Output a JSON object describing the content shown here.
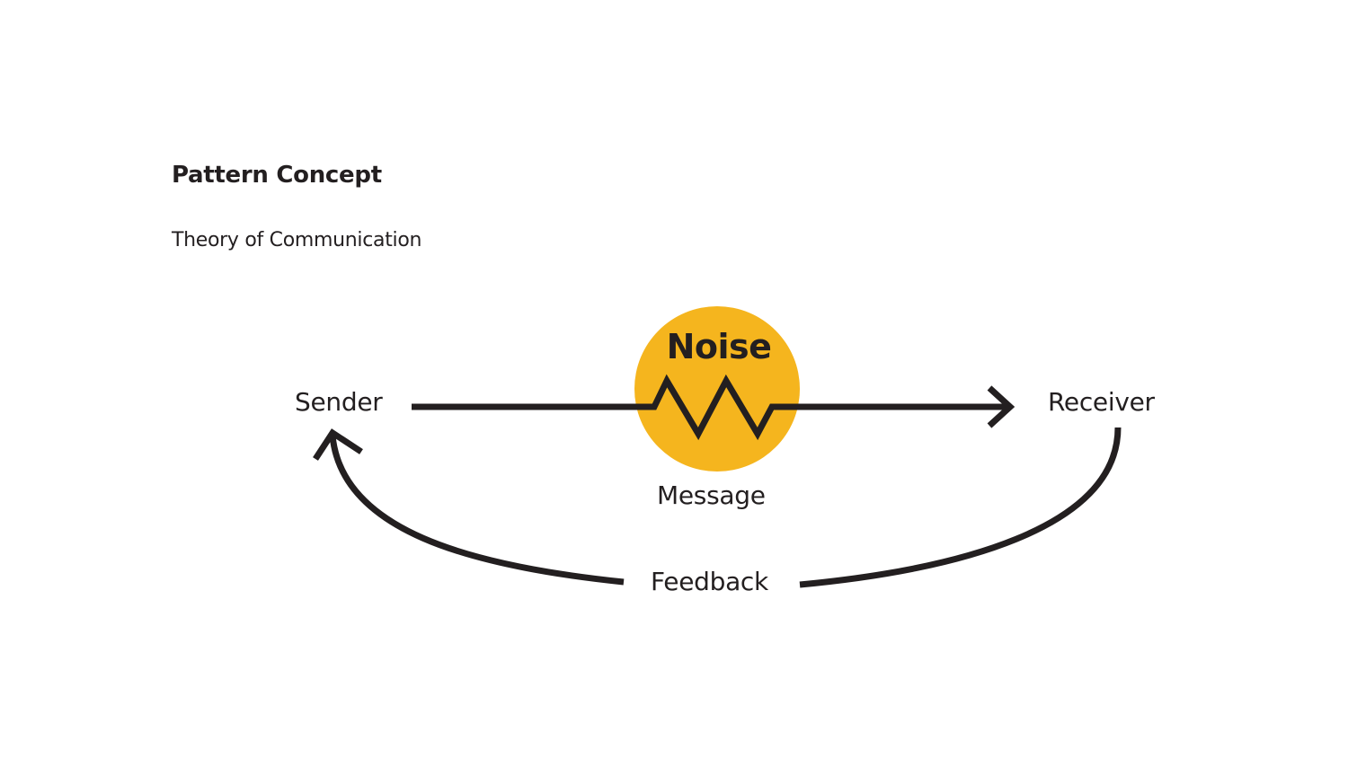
{
  "header": {
    "title": "Pattern Concept",
    "subtitle": "Theory of Communication"
  },
  "diagram": {
    "accent_color": "#F5B51E",
    "stroke_color": "#231F20",
    "nodes": {
      "sender": "Sender",
      "receiver": "Receiver",
      "noise": "Noise",
      "message": "Message",
      "feedback": "Feedback"
    },
    "edges": [
      {
        "from": "Sender",
        "to": "Receiver",
        "label": "Message",
        "disturbed_by": "Noise"
      },
      {
        "from": "Receiver",
        "to": "Sender",
        "label": "Feedback"
      }
    ]
  }
}
